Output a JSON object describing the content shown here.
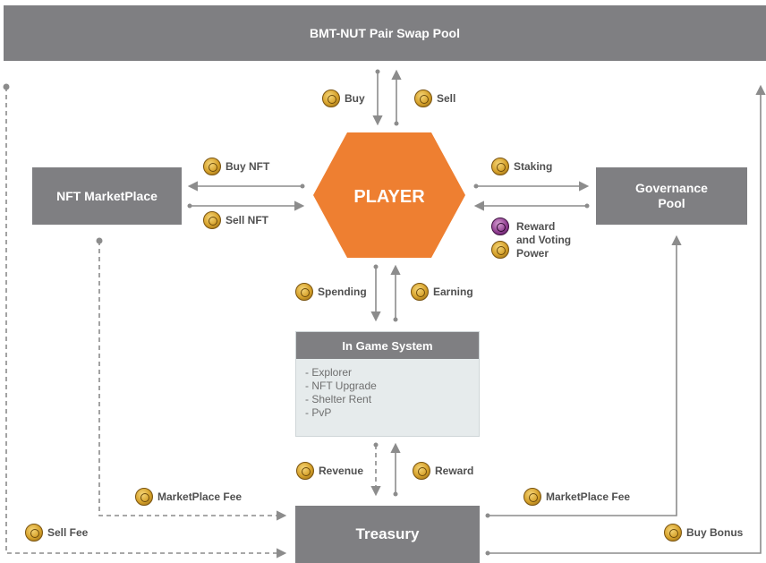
{
  "top_bar": "BMT-NUT Pair Swap Pool",
  "player": "PLAYER",
  "nft_marketplace": "NFT MarketPlace",
  "governance": [
    "Governance",
    "Pool"
  ],
  "in_game_system": {
    "title": "In Game System",
    "items": [
      "- Explorer",
      "- NFT Upgrade",
      "- Shelter Rent",
      "- PvP"
    ]
  },
  "treasury": "Treasury",
  "labels": {
    "buy": "Buy",
    "sell": "Sell",
    "buy_nft": "Buy NFT",
    "sell_nft": "Sell NFT",
    "staking": "Staking",
    "reward_voting": [
      "Reward",
      "and Voting",
      "Power"
    ],
    "spending": "Spending",
    "earning": "Earning",
    "revenue": "Revenue",
    "reward": "Reward",
    "marketplace_fee_left": "MarketPlace Fee",
    "marketplace_fee_right": "MarketPlace Fee",
    "sell_fee": "Sell Fee",
    "buy_bonus": "Buy Bonus"
  },
  "colors": {
    "box": "#7f7f82",
    "player": "#ee7f31",
    "line": "#8c8c8c"
  }
}
